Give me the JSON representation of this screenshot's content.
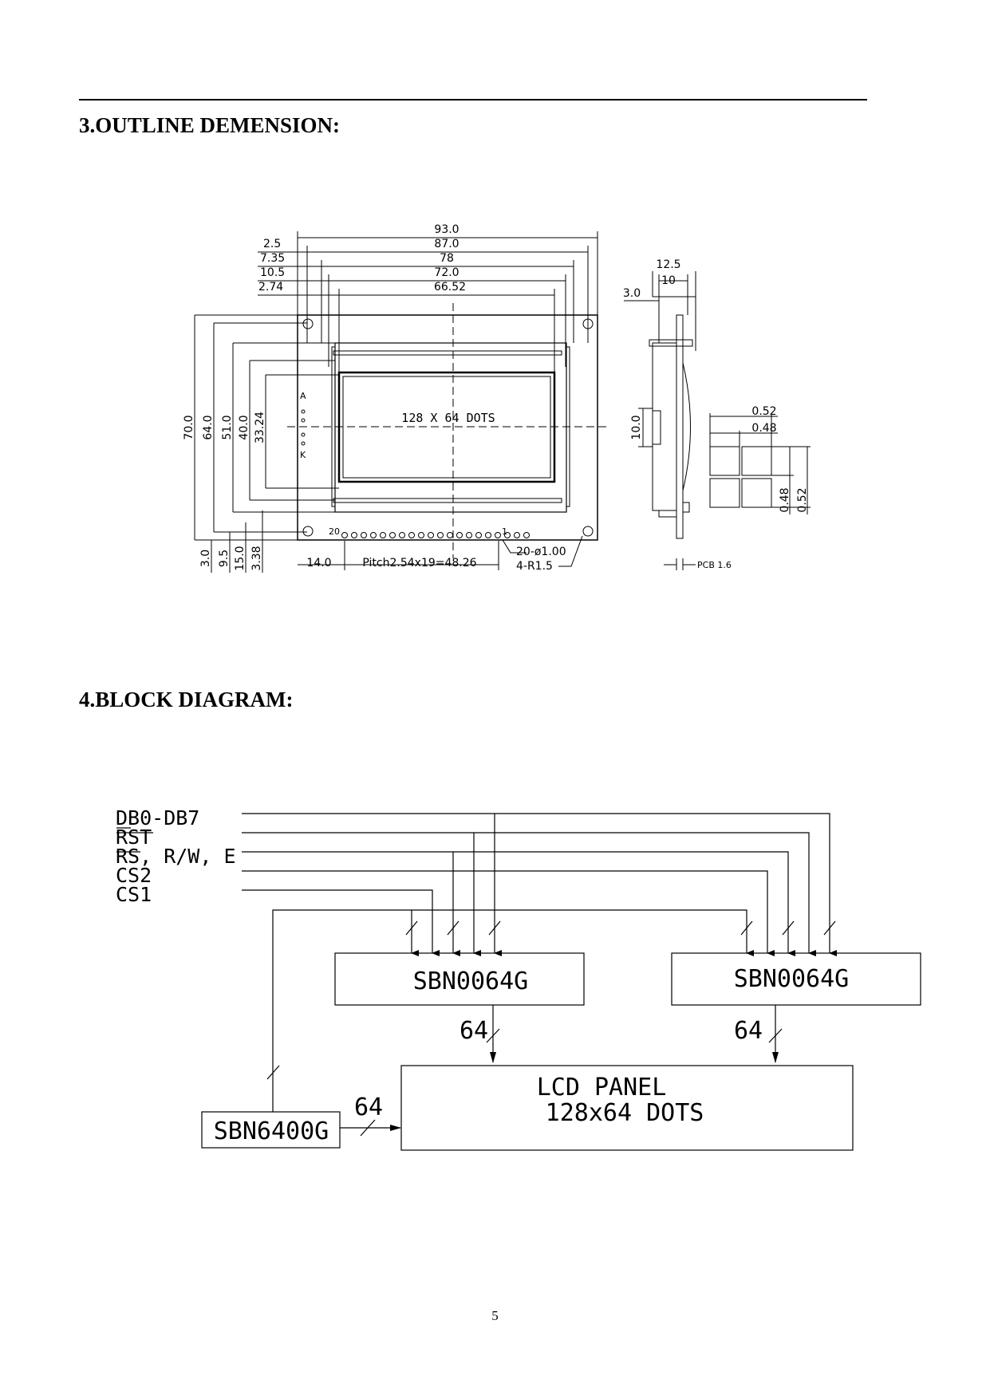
{
  "sections": {
    "outline_title": "3.OUTLINE DEMENSION:",
    "block_title": "4.BLOCK DIAGRAM:"
  },
  "outline": {
    "dims_top": [
      "93.0",
      "87.0",
      "78",
      "72.0",
      "66.52"
    ],
    "dims_left_top": [
      "2.5",
      "7.35",
      "10.5",
      "2.74"
    ],
    "dims_vertical": [
      "70.0",
      "64.0",
      "51.0",
      "40.0",
      "33.24"
    ],
    "dims_bottom_vertical": [
      "3.0",
      "9.5",
      "15.0",
      "3.38"
    ],
    "dim_bottom_left": "14.0",
    "pitch": "Pitch2.54x19=48.26",
    "holes": "20-ø1.00",
    "radius": "4-R1.5",
    "lcd_label": "128 X 64 DOTS",
    "pin_first": "20",
    "pin_last": "1",
    "led_a": "A",
    "led_k": "K",
    "side_dims": [
      "12.5",
      "10",
      "3.0",
      "10.0"
    ],
    "pcb": "PCB 1.6",
    "dot_dims": [
      "0.52",
      "0.48",
      "0.48",
      "0.52"
    ]
  },
  "block": {
    "signals": [
      "DB0-DB7",
      "RST",
      "RS, R/W, E",
      "CS2",
      "CS1"
    ],
    "driver1": "SBN0064G",
    "driver2": "SBN0064G",
    "lcd_line1": "LCD PANEL",
    "lcd_line2": "128x64 DOTS",
    "common": "SBN6400G",
    "bus_64a": "64",
    "bus_64b": "64",
    "bus_64c": "64"
  },
  "page_number": "5"
}
